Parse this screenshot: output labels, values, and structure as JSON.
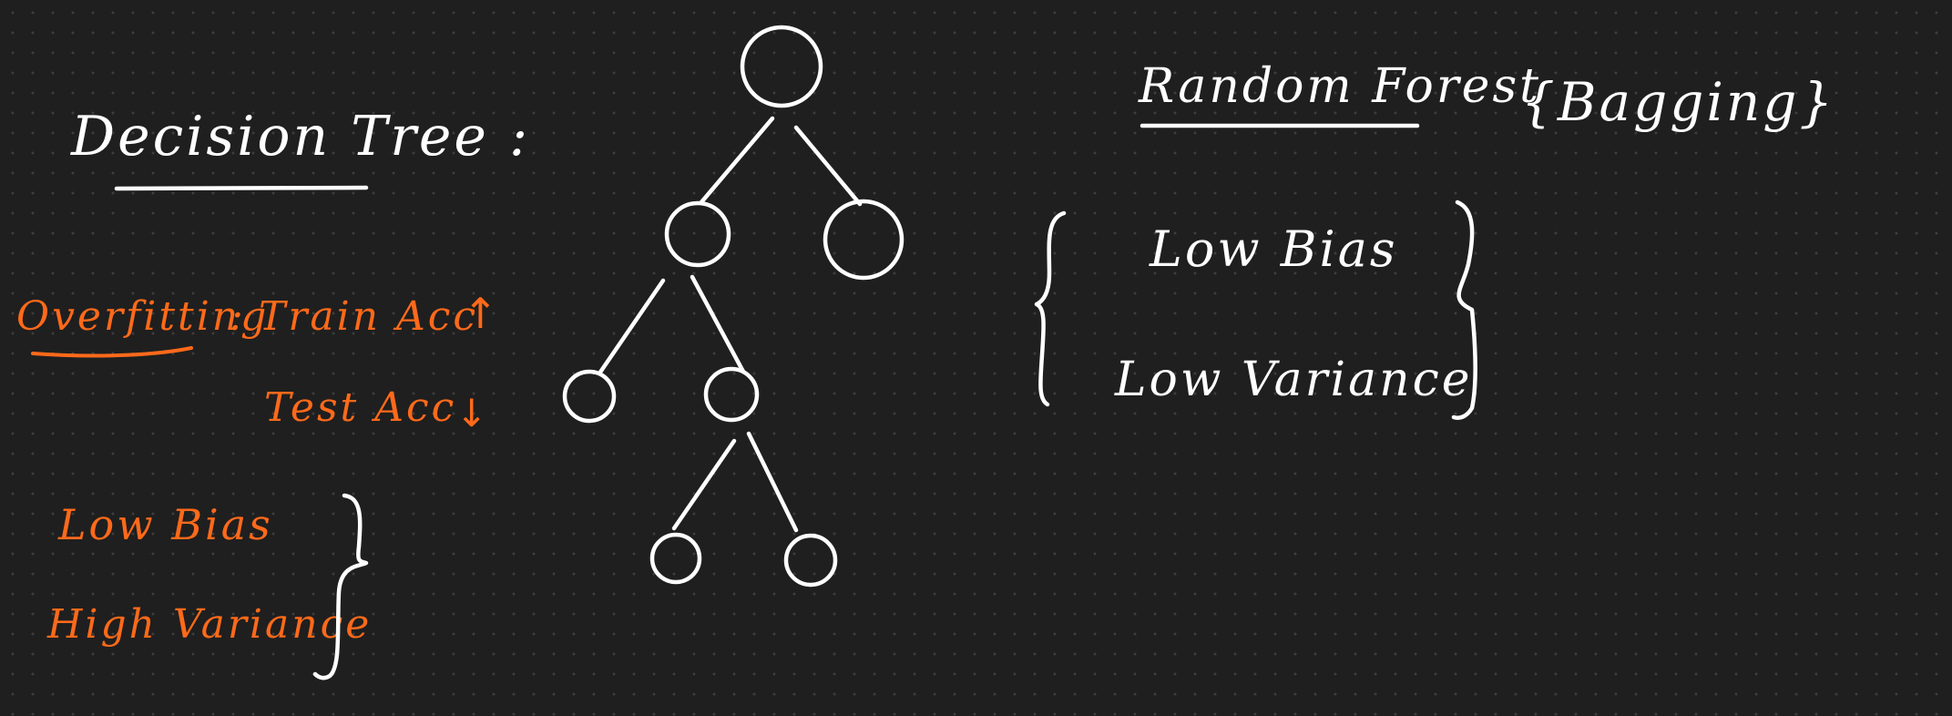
{
  "colors": {
    "background": "#1f1f1f",
    "grid_dot": "#3d3d3d",
    "white_ink": "#ffffff",
    "orange_ink": "#ff6a1a"
  },
  "left": {
    "title": "Decision Tree :",
    "overfitting": {
      "label": "Overfitting",
      "separator": ":",
      "train": "Train Acc",
      "train_arrow": "↑",
      "test": "Test Acc",
      "test_arrow": "↓"
    },
    "bias": "Low Bias",
    "variance": "High Variance"
  },
  "right": {
    "title": "Random Forest",
    "tag": "{Bagging}",
    "bias": "Low Bias",
    "variance": "Low Variance"
  }
}
